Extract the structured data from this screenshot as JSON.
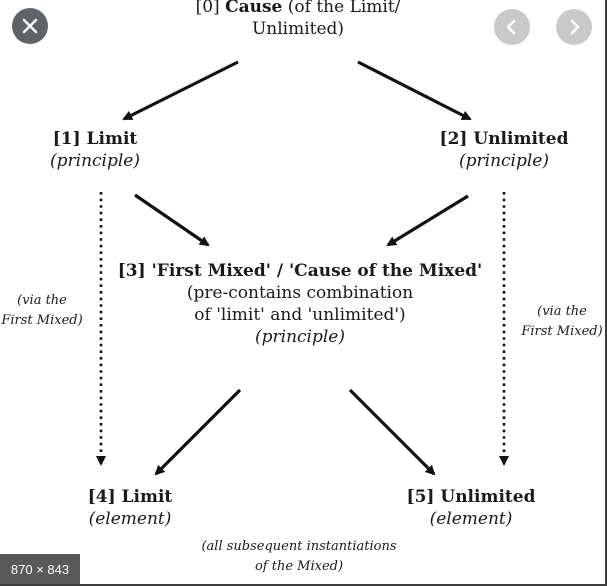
{
  "viewer": {
    "size_badge": "870 × 843",
    "accent_button_color": "#5f6368",
    "nav_button_color": "#c9c9c9"
  },
  "diagram": {
    "cause": {
      "label_bold": "Cause",
      "prefix": "[0]",
      "rest": " (of the Limit/",
      "line2": "Unlimited)"
    },
    "limit": {
      "label": "[1] Limit",
      "role": "(principle)"
    },
    "unlimited": {
      "label": "[2] Unlimited",
      "role": "(principle)"
    },
    "mixed": {
      "label": "[3] 'First Mixed' / 'Cause of the Mixed'",
      "line2": "(pre-contains combination",
      "line3": "of 'limit' and 'unlimited')",
      "role": "(principle)"
    },
    "limit_element": {
      "label": "[4] Limit",
      "role": "(element)"
    },
    "unlimited_element": {
      "label": "[5] Unlimited",
      "role": "(element)"
    },
    "via_left": {
      "line1": "(via the",
      "line2": "First Mixed)"
    },
    "via_right": {
      "line1": "(via the",
      "line2": "First Mixed)"
    },
    "footnote": {
      "line1": "(all subsequent instantiations",
      "line2": "of the Mixed)"
    }
  }
}
